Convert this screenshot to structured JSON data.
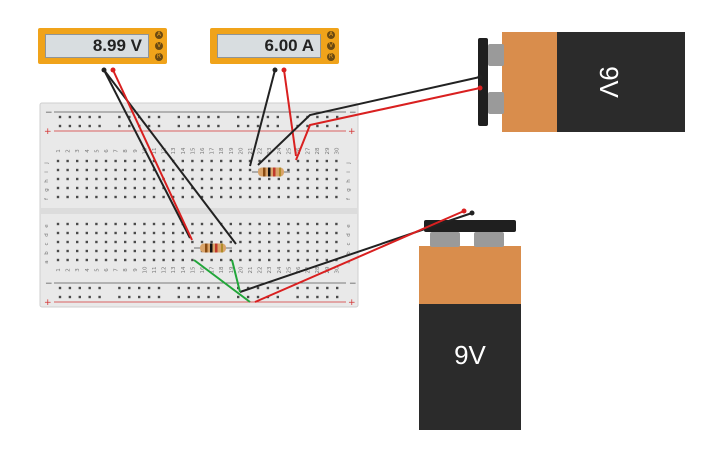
{
  "colors": {
    "wire_red": "#d92020",
    "wire_black": "#222222",
    "wire_green": "#22a63a",
    "meter_body": "#f0a31a",
    "meter_screen": "#d8dde0",
    "battery_top": "#d98d4c",
    "battery_body": "#2b2b2b",
    "breadboard": "#e9e9e9",
    "rail_red": "#d33333",
    "rail_black": "#555555"
  },
  "voltmeter": {
    "reading": "8.99 V",
    "knobs": [
      "A",
      "V",
      "R"
    ]
  },
  "ammeter": {
    "reading": "6.00 A",
    "knobs": [
      "A",
      "V",
      "R"
    ]
  },
  "battery_top_right": {
    "label": "9V",
    "icon": "battery-9v-icon"
  },
  "battery_bottom": {
    "label": "9V",
    "icon": "battery-9v-icon"
  },
  "breadboard": {
    "rail_plus": "+",
    "rail_minus": "−",
    "row_letters_top": [
      "j",
      "i",
      "h",
      "g",
      "f"
    ],
    "row_letters_bottom": [
      "e",
      "d",
      "c",
      "b",
      "a"
    ],
    "column_count": 30
  }
}
